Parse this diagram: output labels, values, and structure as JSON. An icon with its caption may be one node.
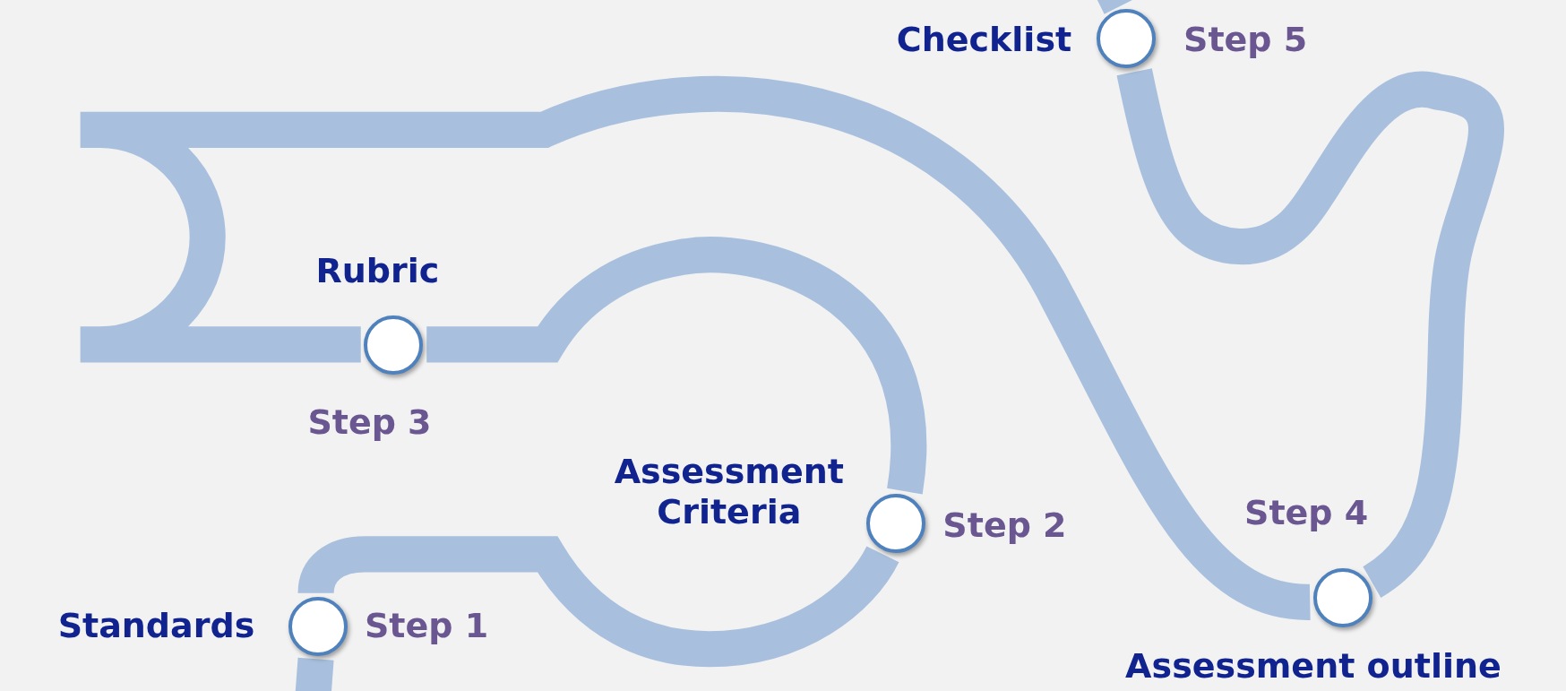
{
  "diagram": {
    "nodes": [
      {
        "text": [],
        "shape": "circle",
        "beside": [
          "Standards",
          "Step 1"
        ]
      },
      {
        "text": [],
        "shape": "circle",
        "beside": [
          "Assessment Criteria",
          "Step 2"
        ]
      },
      {
        "text": [],
        "shape": "circle",
        "beside": [
          "Rubric",
          "Step 3"
        ]
      },
      {
        "text": [],
        "shape": "circle",
        "beside": [
          "Step 4",
          "Assessment outline"
        ]
      },
      {
        "text": [],
        "shape": "circle",
        "beside": [
          "Checklist",
          "Step 5"
        ]
      }
    ],
    "edges": [
      {
        "from": null,
        "to": 0,
        "arrow": "none"
      },
      {
        "from": 0,
        "to": 1,
        "arrow": "none"
      },
      {
        "from": 1,
        "to": 2,
        "arrow": "none"
      },
      {
        "from": 2,
        "to": 3,
        "arrow": "none"
      },
      {
        "from": 3,
        "to": 4,
        "arrow": "none"
      },
      {
        "from": 4,
        "to": null,
        "arrow": "none"
      }
    ]
  }
}
